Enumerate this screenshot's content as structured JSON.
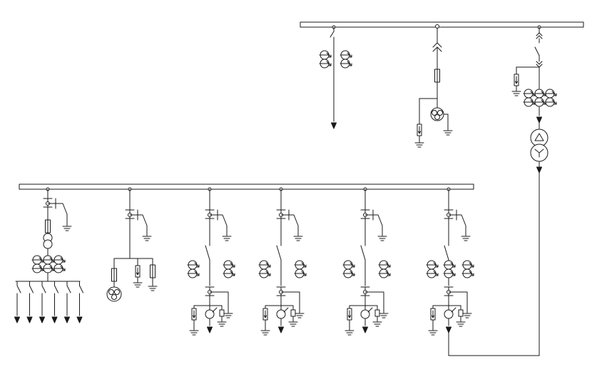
{
  "diagram": {
    "type": "single-line electrical switchgear diagram",
    "line_color": "#1a1a1a",
    "busbar_fill": "#ffffff",
    "upper_bus": {
      "feeders": [
        {
          "id": "u1",
          "kind": "outgoing-feeder",
          "devices": [
            "disconnector",
            "current-transformer-pair",
            "arrow-load"
          ]
        },
        {
          "id": "u2",
          "kind": "voltage-transformer-bay",
          "devices": [
            "plug-contact",
            "fuse",
            "two-winding-vt",
            "surge-arrester",
            "earth"
          ]
        },
        {
          "id": "u3",
          "kind": "transformer-incomer",
          "devices": [
            "disconnector",
            "plug-contact",
            "surge-arrester",
            "current-transformer-group",
            "power-transformer",
            "arrow"
          ]
        }
      ]
    },
    "lower_bus": {
      "feeders": [
        {
          "id": "l1",
          "kind": "station-service",
          "devices": [
            "circuit-breaker",
            "earthing-switch",
            "fuse",
            "station-transformer",
            "current-transformers",
            "six-outgoing-circuits"
          ]
        },
        {
          "id": "l2",
          "kind": "voltage-transformer-bay",
          "devices": [
            "circuit-breaker",
            "earthing-switch",
            "three-winding-vt",
            "surge-arrester",
            "fuse"
          ]
        },
        {
          "id": "l3",
          "kind": "outgoing-feeder",
          "devices": [
            "circuit-breaker",
            "earthing-switch",
            "disconnector",
            "current-transformers",
            "surge-arrester",
            "cable-end"
          ]
        },
        {
          "id": "l4",
          "kind": "outgoing-feeder",
          "devices": [
            "circuit-breaker",
            "earthing-switch",
            "disconnector",
            "current-transformers",
            "surge-arrester",
            "cable-end"
          ]
        },
        {
          "id": "l5",
          "kind": "outgoing-feeder",
          "devices": [
            "circuit-breaker",
            "earthing-switch",
            "disconnector",
            "current-transformers",
            "surge-arrester",
            "cable-end"
          ]
        },
        {
          "id": "l6",
          "kind": "incoming-feeder",
          "devices": [
            "circuit-breaker",
            "earthing-switch",
            "disconnector",
            "current-transformers",
            "surge-arrester",
            "tie-to-upper-transformer"
          ]
        }
      ]
    },
    "station_service_outgoing_count": 6
  }
}
